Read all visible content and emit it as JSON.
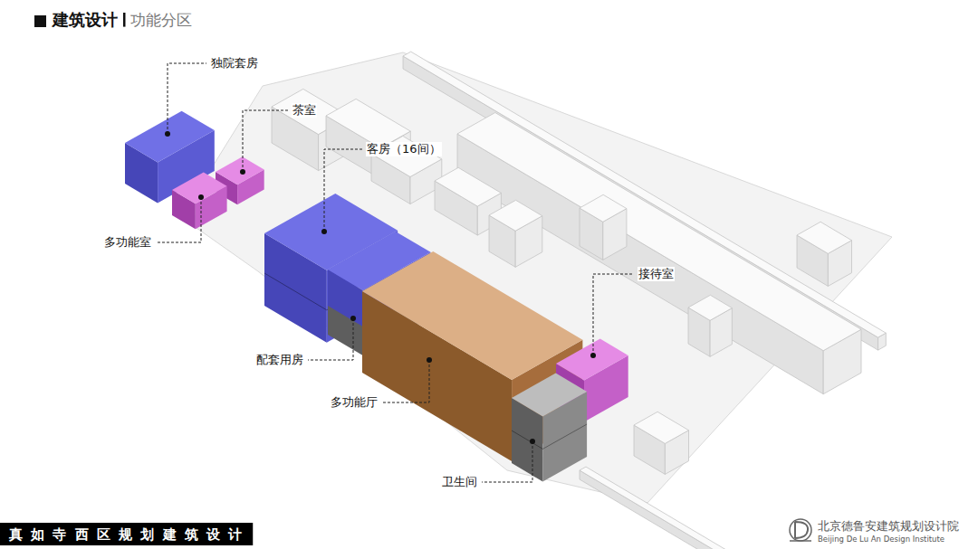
{
  "diagram": {
    "title": "建筑设计",
    "labels": [
      "功能分区",
      "独院套房",
      "茶室",
      "客房（16间）",
      "多功能室",
      "接待室",
      "配套用房",
      "多功能厅",
      "卫生间",
      "真 如 寺 西 区 规 划 建 筑 设 计",
      "北京德鲁安建筑规划设计院",
      "Beijing De Lu An Design Institute"
    ]
  }
}
